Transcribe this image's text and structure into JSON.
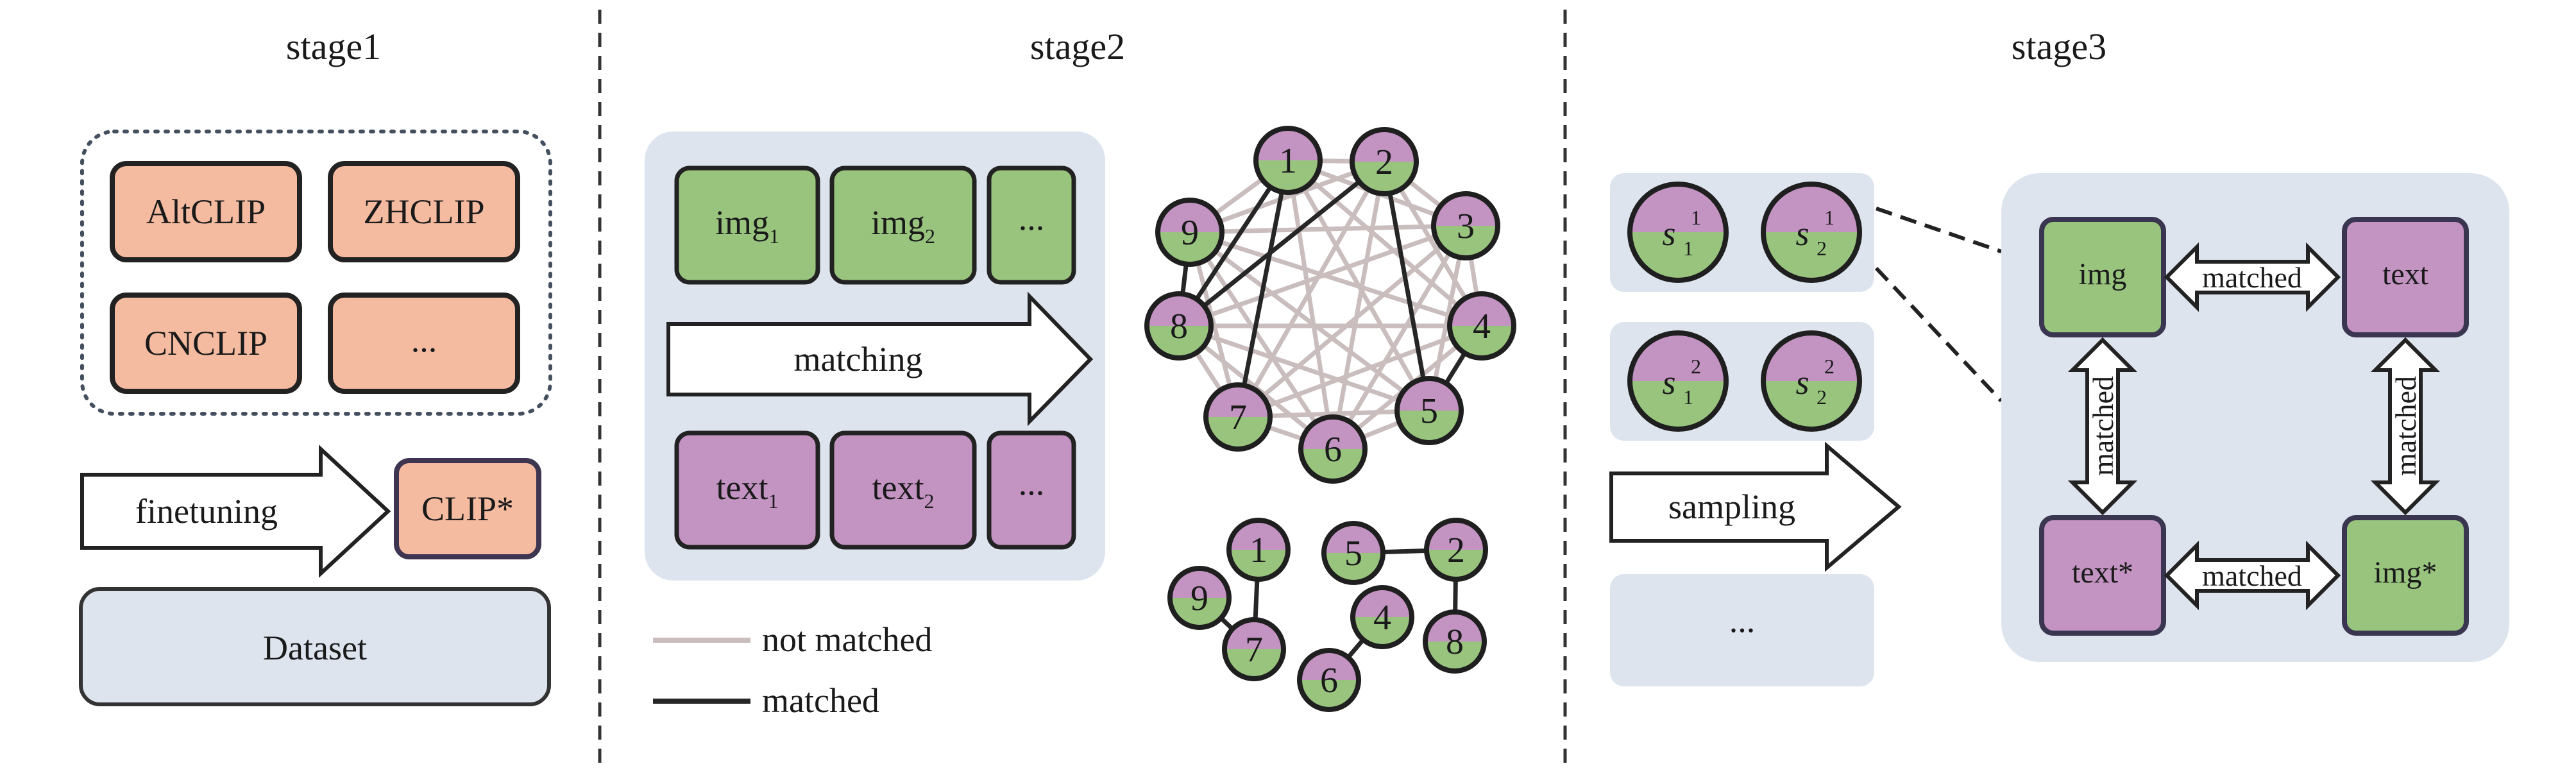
{
  "stages": {
    "stage1": {
      "title": "stage1"
    },
    "stage2": {
      "title": "stage2"
    },
    "stage3": {
      "title": "stage3"
    }
  },
  "stage1": {
    "models": [
      "AltCLIP",
      "ZHCLIP",
      "CNCLIP",
      "..."
    ],
    "arrow_label": "finetuning",
    "result": "CLIP*",
    "dataset": "Dataset"
  },
  "stage2": {
    "images": [
      "img",
      "img",
      "..."
    ],
    "image_subscripts": [
      "1",
      "2"
    ],
    "texts": [
      "text",
      "text",
      "..."
    ],
    "text_subscripts": [
      "1",
      "2"
    ],
    "arrow_label": "matching",
    "graph_nodes": [
      "1",
      "2",
      "3",
      "4",
      "5",
      "6",
      "7",
      "8",
      "9"
    ],
    "matched_nodes": [
      "1",
      "9",
      "7",
      "5",
      "2",
      "4",
      "8",
      "6"
    ],
    "legend": {
      "not_matched": "not matched",
      "matched": "matched"
    },
    "colors": {
      "purple": "#c393c2",
      "green": "#99c47e",
      "edge_not_matched": "#c9bdbd",
      "edge_matched": "#262626"
    }
  },
  "stage3": {
    "samples": [
      {
        "a": {
          "base": "s",
          "sup": "1",
          "sub": "1"
        },
        "b": {
          "base": "s",
          "sup": "1",
          "sub": "2"
        }
      },
      {
        "a": {
          "base": "s",
          "sup": "2",
          "sub": "1"
        },
        "b": {
          "base": "s",
          "sup": "2",
          "sub": "2"
        }
      }
    ],
    "ellipsis": "...",
    "arrow_label": "sampling",
    "quad": {
      "img": "img",
      "text": "text",
      "text_star": "text*",
      "img_star": "img*",
      "matched": "matched"
    }
  }
}
